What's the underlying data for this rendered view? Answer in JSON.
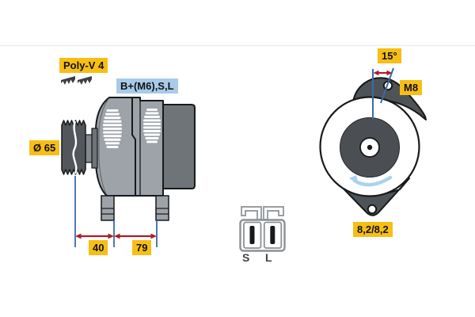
{
  "side_view": {
    "belt_type": "Poly-V 4",
    "belt_profile_icon": "poly-v-belt-icon",
    "terminals": "B+(M6),S,L",
    "pulley_diameter": "Ø 65",
    "dim_a": "40",
    "dim_b": "79"
  },
  "front_view": {
    "mount_angle": "15°",
    "thread": "M8",
    "hole_diameters": "8,2/8,2",
    "rotation_icon": "rotation-ccw-arrow-icon"
  },
  "connector": {
    "pin_s": "S",
    "pin_l": "L"
  },
  "colors": {
    "label_yellow": "#F7BE16",
    "label_blue": "#A8CBE9",
    "dimension_blue": "#3A6BA8",
    "dimension_red": "#AA1F28",
    "rotation_arrow_blue": "#A9D3F1",
    "body_gray": "#9DA3A8",
    "rear_cover_gray": "#6F7478",
    "pulley_dark_gray": "#53575B",
    "lug_dark_gray": "#4E5357",
    "connector_gray": "#8C9196",
    "outline_black": "#17191B"
  }
}
